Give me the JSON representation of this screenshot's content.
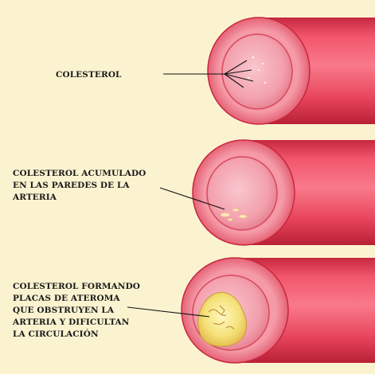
{
  "background_color": "#fbf3d0",
  "colors": {
    "artery_outer": "#e63a55",
    "artery_inner_wall": "#f08a98",
    "lumen": "#f4a3b0",
    "plaque": "#f2e27a",
    "leader_line": "#111111"
  },
  "panels": [
    {
      "label_lines": [
        "COLESTEROL"
      ],
      "stage": "cholesterol-particles"
    },
    {
      "label_lines": [
        "COLESTEROL ACUMULADO",
        "EN LAS PAREDES DE LA",
        "ARTERIA"
      ],
      "stage": "cholesterol-accumulating"
    },
    {
      "label_lines": [
        "COLESTEROL FORMANDO",
        "PLACAS DE ATEROMA",
        "QUE OBSTRUYEN LA",
        "ARTERIA Y DIFICULTAN",
        "LA CIRCULACIÓN"
      ],
      "stage": "atheroma-plaque"
    }
  ]
}
